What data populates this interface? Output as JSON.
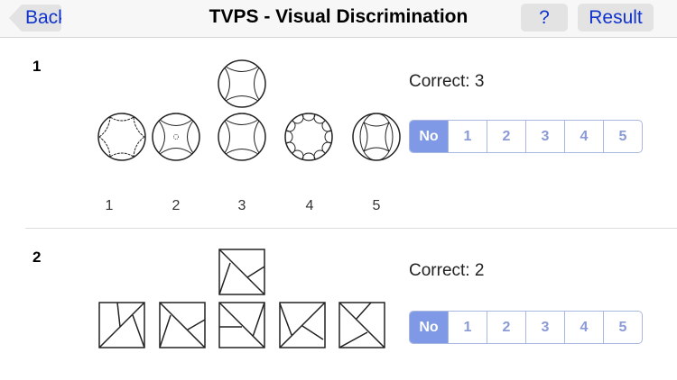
{
  "header": {
    "back_label": "Back",
    "title": "TVPS - Visual Discrimination",
    "help_label": "?",
    "result_label": "Result"
  },
  "items": [
    {
      "number": "1",
      "choice_labels": [
        "1",
        "2",
        "3",
        "4",
        "5"
      ],
      "correct": "Correct: 3",
      "options": [
        "No",
        "1",
        "2",
        "3",
        "4",
        "5"
      ],
      "selected": "No"
    },
    {
      "number": "2",
      "correct": "Correct: 2",
      "options": [
        "No",
        "1",
        "2",
        "3",
        "4",
        "5"
      ],
      "selected": "No"
    }
  ],
  "colors": {
    "accent": "#7f99e6",
    "link": "#1133cc"
  }
}
